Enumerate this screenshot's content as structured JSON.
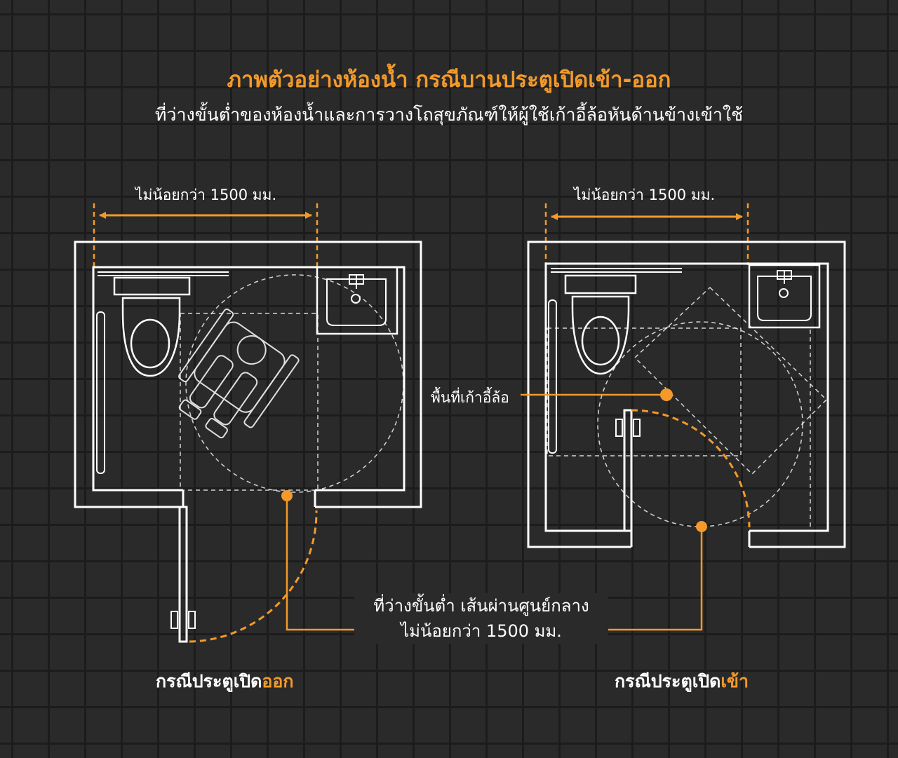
{
  "header": {
    "title": "ภาพตัวอย่างห้องน้ำ กรณีบานประตูเปิดเข้า-ออก",
    "subtitle": "ที่ว่างขั้นต่ำของห้องน้ำและการวางโถสุขภัณฑ์ให้ผู้ใช้เก้าอี้ล้อหันด้านข้างเข้าใช้"
  },
  "labels": {
    "width_left": "ไม่น้อยกว่า 1500 มม.",
    "width_right": "ไม่น้อยกว่า 1500 มม.",
    "wheelchair_area": "พื้นที่เก้าอี้ล้อ",
    "turning_line1": "ที่ว่างขั้นต่ำ เส้นผ่านศูนย์กลาง",
    "turning_line2": "ไม่น้อยกว่า 1500 มม."
  },
  "captions": {
    "left_prefix": "กรณีประตูเปิด",
    "left_highlight": "ออก",
    "right_prefix": "กรณีประตูเปิด",
    "right_highlight": "เข้า"
  },
  "colors": {
    "accent": "#f39a2a",
    "background": "#2a2a2a",
    "grid": "#1c1c1c",
    "line": "#ffffff"
  }
}
